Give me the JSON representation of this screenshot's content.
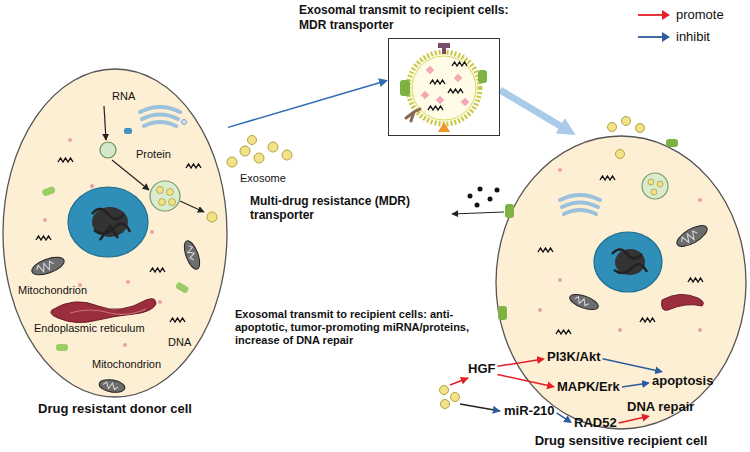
{
  "diagram": {
    "nodes": [
      {
        "text": [
          "Drug resistant donor cell"
        ]
      },
      {
        "text": [
          "Exosomal transmit to recipient cells: MDR transporter"
        ]
      },
      {
        "text": [
          "Drug sensitive recipient cell"
        ]
      },
      {
        "text": [
          "HGF"
        ]
      },
      {
        "text": [
          "PI3K/Akt"
        ],
        "in": 2
      },
      {
        "text": [
          "MAPK/Erk"
        ],
        "in": 2
      },
      {
        "text": [
          "apoptosis"
        ],
        "in": 2
      },
      {
        "text": [
          "miR-210"
        ]
      },
      {
        "text": [
          "RAD52"
        ]
      },
      {
        "text": [
          "DNA repair"
        ],
        "in": 2
      }
    ],
    "edges": [
      {
        "from": 0,
        "to": 1,
        "arrow": "to"
      },
      {
        "from": 1,
        "to": 2,
        "arrow": "to"
      },
      {
        "from": 3,
        "to": 4,
        "arrow": "to"
      },
      {
        "from": 3,
        "to": 5,
        "arrow": "to"
      },
      {
        "from": 4,
        "to": 6,
        "arrow": "to"
      },
      {
        "from": 5,
        "to": 6,
        "arrow": "to"
      },
      {
        "from": 7,
        "to": 8,
        "arrow": "to"
      },
      {
        "from": 8,
        "to": 9,
        "arrow": "to"
      }
    ],
    "labels": [
      "RNA",
      "Protein",
      "Mitochondrion",
      "Endoplasmic reticulum",
      "DNA",
      "Mitochondrion",
      "Exosome",
      "Multi-drug resistance (MDR) transporter",
      "Exosomal transmit to recipient cells: anti-apoptotic, tumor-promoting miRNA/proteins, increase of DNA repair"
    ],
    "legend": [
      {
        "text": "promote",
        "color": "#e41e26"
      },
      {
        "text": "inhibit",
        "color": "#2e5c9e"
      }
    ]
  }
}
